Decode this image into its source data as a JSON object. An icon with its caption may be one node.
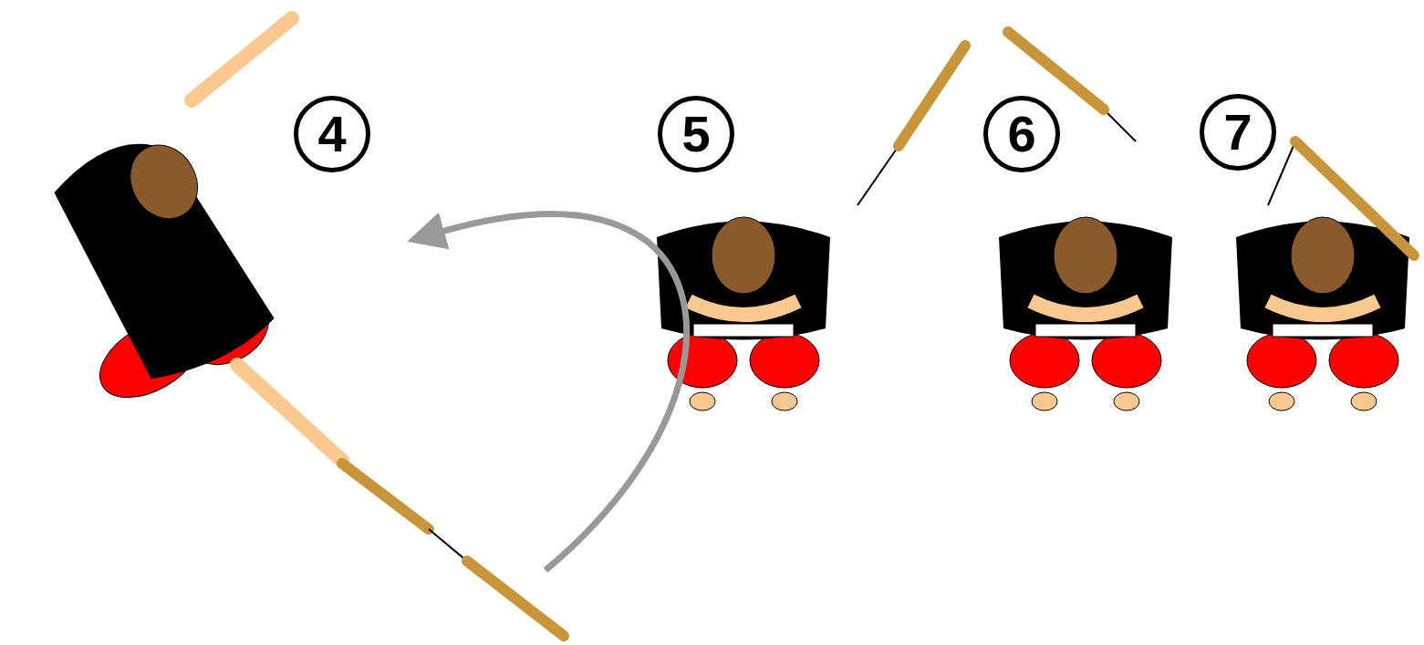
{
  "diagram": {
    "labels": [
      "4",
      "5",
      "6",
      "7"
    ]
  }
}
